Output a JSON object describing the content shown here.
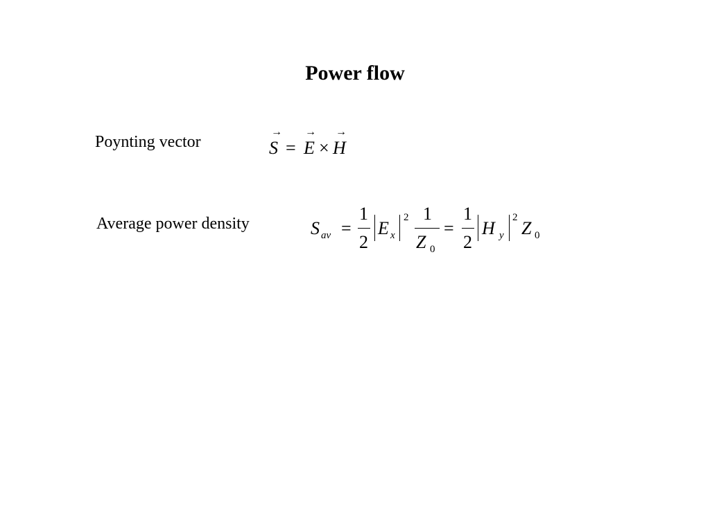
{
  "slide": {
    "title": "Power flow",
    "rows": [
      {
        "label": "Poynting vector",
        "equation": {
          "S": "S",
          "eq": "=",
          "E": "E",
          "times": "×",
          "H": "H",
          "arrow": "→"
        }
      },
      {
        "label": "Average power density",
        "equation": {
          "S": "S",
          "S_sub": "av",
          "eq1": "=",
          "num1": "1",
          "den1": "2",
          "E": "E",
          "E_sub": "x",
          "pow1": "2",
          "num2": "1",
          "den2": "Z",
          "den2_sub": "0",
          "eq2": "=",
          "num3": "1",
          "den3": "2",
          "H": "H",
          "H_sub": "y",
          "pow2": "2",
          "Z": "Z",
          "Z_sub": "0"
        }
      }
    ]
  }
}
